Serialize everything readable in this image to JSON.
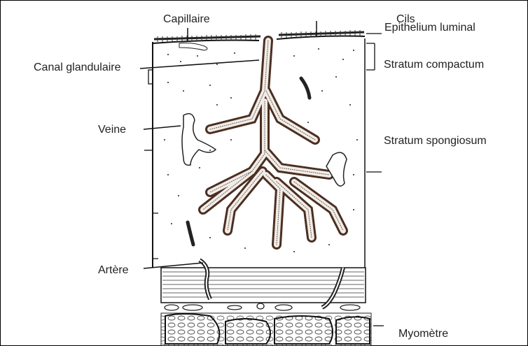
{
  "labels": {
    "capillaire": "Capillaire",
    "cils": "Cils",
    "epithelium": "Epithelium luminal",
    "canal": "Canal glandulaire",
    "compactum": "Stratum compactum",
    "veine": "Veine",
    "spongiosum": "Stratum spongiosum",
    "artere": "Artère",
    "myometre": "Myomètre"
  },
  "colors": {
    "ink": "#111111",
    "gland_wall": "#6b4a3a",
    "paper": "#ffffff"
  }
}
